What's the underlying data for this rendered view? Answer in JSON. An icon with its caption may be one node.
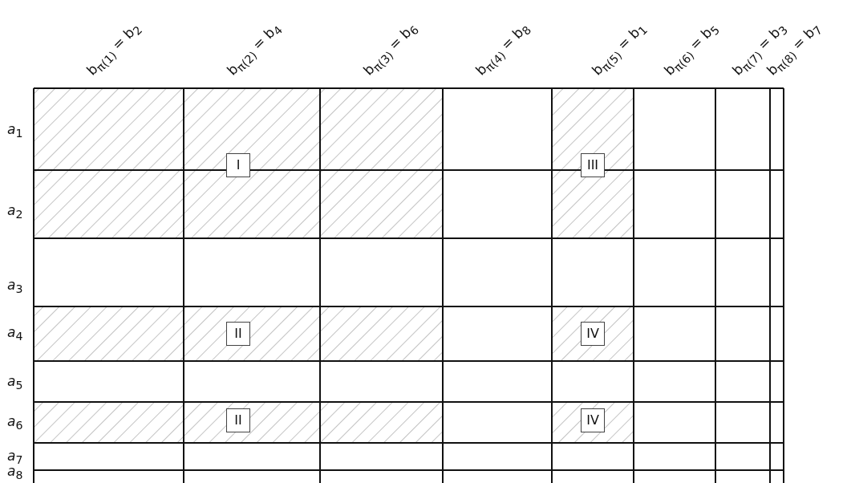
{
  "diagram": {
    "nodes": [
      {
        "text": [
          "I"
        ]
      },
      {
        "text": [
          "III"
        ]
      },
      {
        "text": [
          "II"
        ]
      },
      {
        "text": [
          "IV"
        ]
      },
      {
        "text": [
          "II"
        ]
      },
      {
        "text": [
          "IV"
        ]
      }
    ],
    "labels": [
      "b$_{π(1)}$ = b$_{2}$",
      "b$_{π(2)}$ = b$_{4}$",
      "b$_{π(3)}$ = b$_{6}$",
      "b$_{π(4)}$ = b$_{8}$",
      "b$_{π(5)}$ = b$_{1}$",
      "b$_{π(6)}$ = b$_{5}$",
      "b$_{π(7)}$ = b$_{3}$",
      "b$_{π(8)}$ = b$_{7}$",
      "*a*$_{1}$",
      "*a*$_{2}$",
      "*a*$_{3}$",
      "*a*$_{4}$",
      "*a*$_{5}$",
      "*a*$_{6}$",
      "*a*$_{7}$",
      "*a*$_{8}$"
    ]
  }
}
